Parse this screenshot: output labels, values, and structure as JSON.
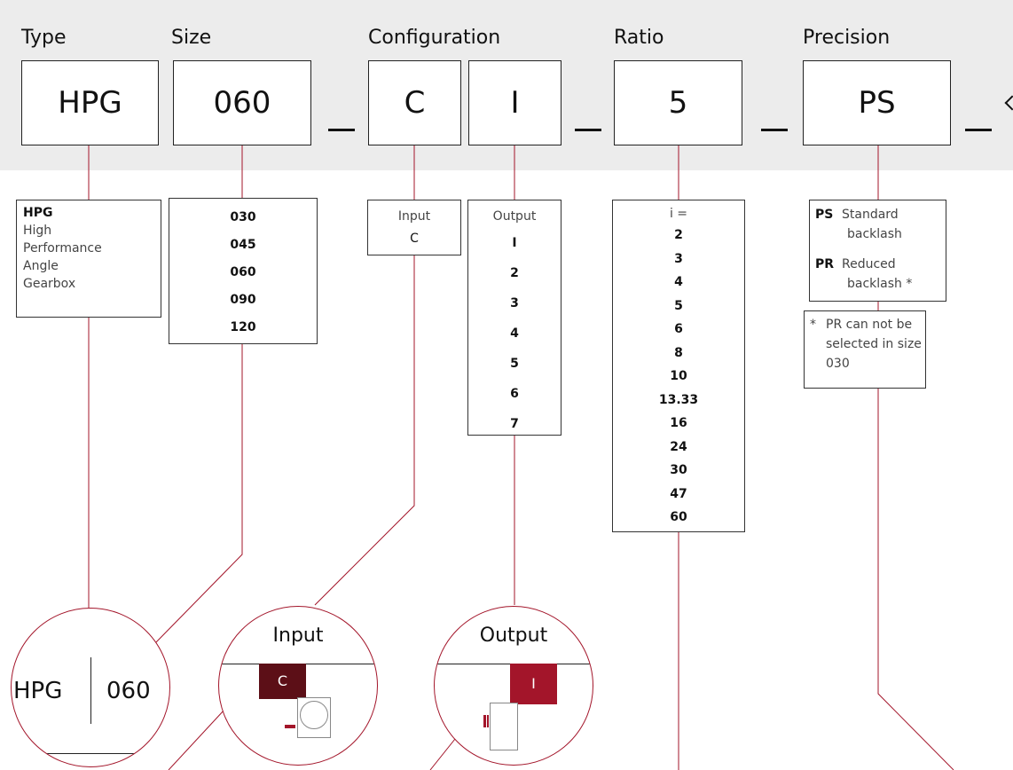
{
  "headers": {
    "type": "Type",
    "size": "Size",
    "configuration": "Configuration",
    "ratio": "Ratio",
    "precision": "Precision"
  },
  "code": {
    "type": "HPG",
    "size": "060",
    "input": "C",
    "output": "I",
    "ratio": "5",
    "precision": "PS"
  },
  "type_option": {
    "code": "HPG",
    "lines": [
      "High",
      "Performance",
      "Angle",
      "Gearbox"
    ]
  },
  "size_options": [
    "030",
    "045",
    "060",
    "090",
    "120"
  ],
  "input_option": {
    "label": "Input",
    "value": "C"
  },
  "output_option": {
    "label": "Output",
    "values": [
      "I",
      "2",
      "3",
      "4",
      "5",
      "6",
      "7"
    ]
  },
  "ratio_option": {
    "label": "i =",
    "values": [
      "2",
      "3",
      "4",
      "5",
      "6",
      "8",
      "10",
      "13.33",
      "16",
      "24",
      "30",
      "47",
      "60"
    ]
  },
  "precision_options": [
    {
      "code": "PS",
      "line1": "Standard",
      "line2": "backlash"
    },
    {
      "code": "PR",
      "line1": "Reduced",
      "line2": "backlash *"
    }
  ],
  "precision_note": {
    "mark": "*",
    "lines": [
      "PR can not be",
      "selected in size",
      "030"
    ]
  },
  "circles": {
    "type_size": {
      "left": "HPG",
      "right": "060"
    },
    "input": {
      "title": "Input",
      "tag": "C"
    },
    "output": {
      "title": "Output",
      "tag": "I"
    }
  },
  "colors": {
    "accent_red": "#a3152a",
    "dark_red": "#5c0f17",
    "band_gray": "#ececec"
  }
}
